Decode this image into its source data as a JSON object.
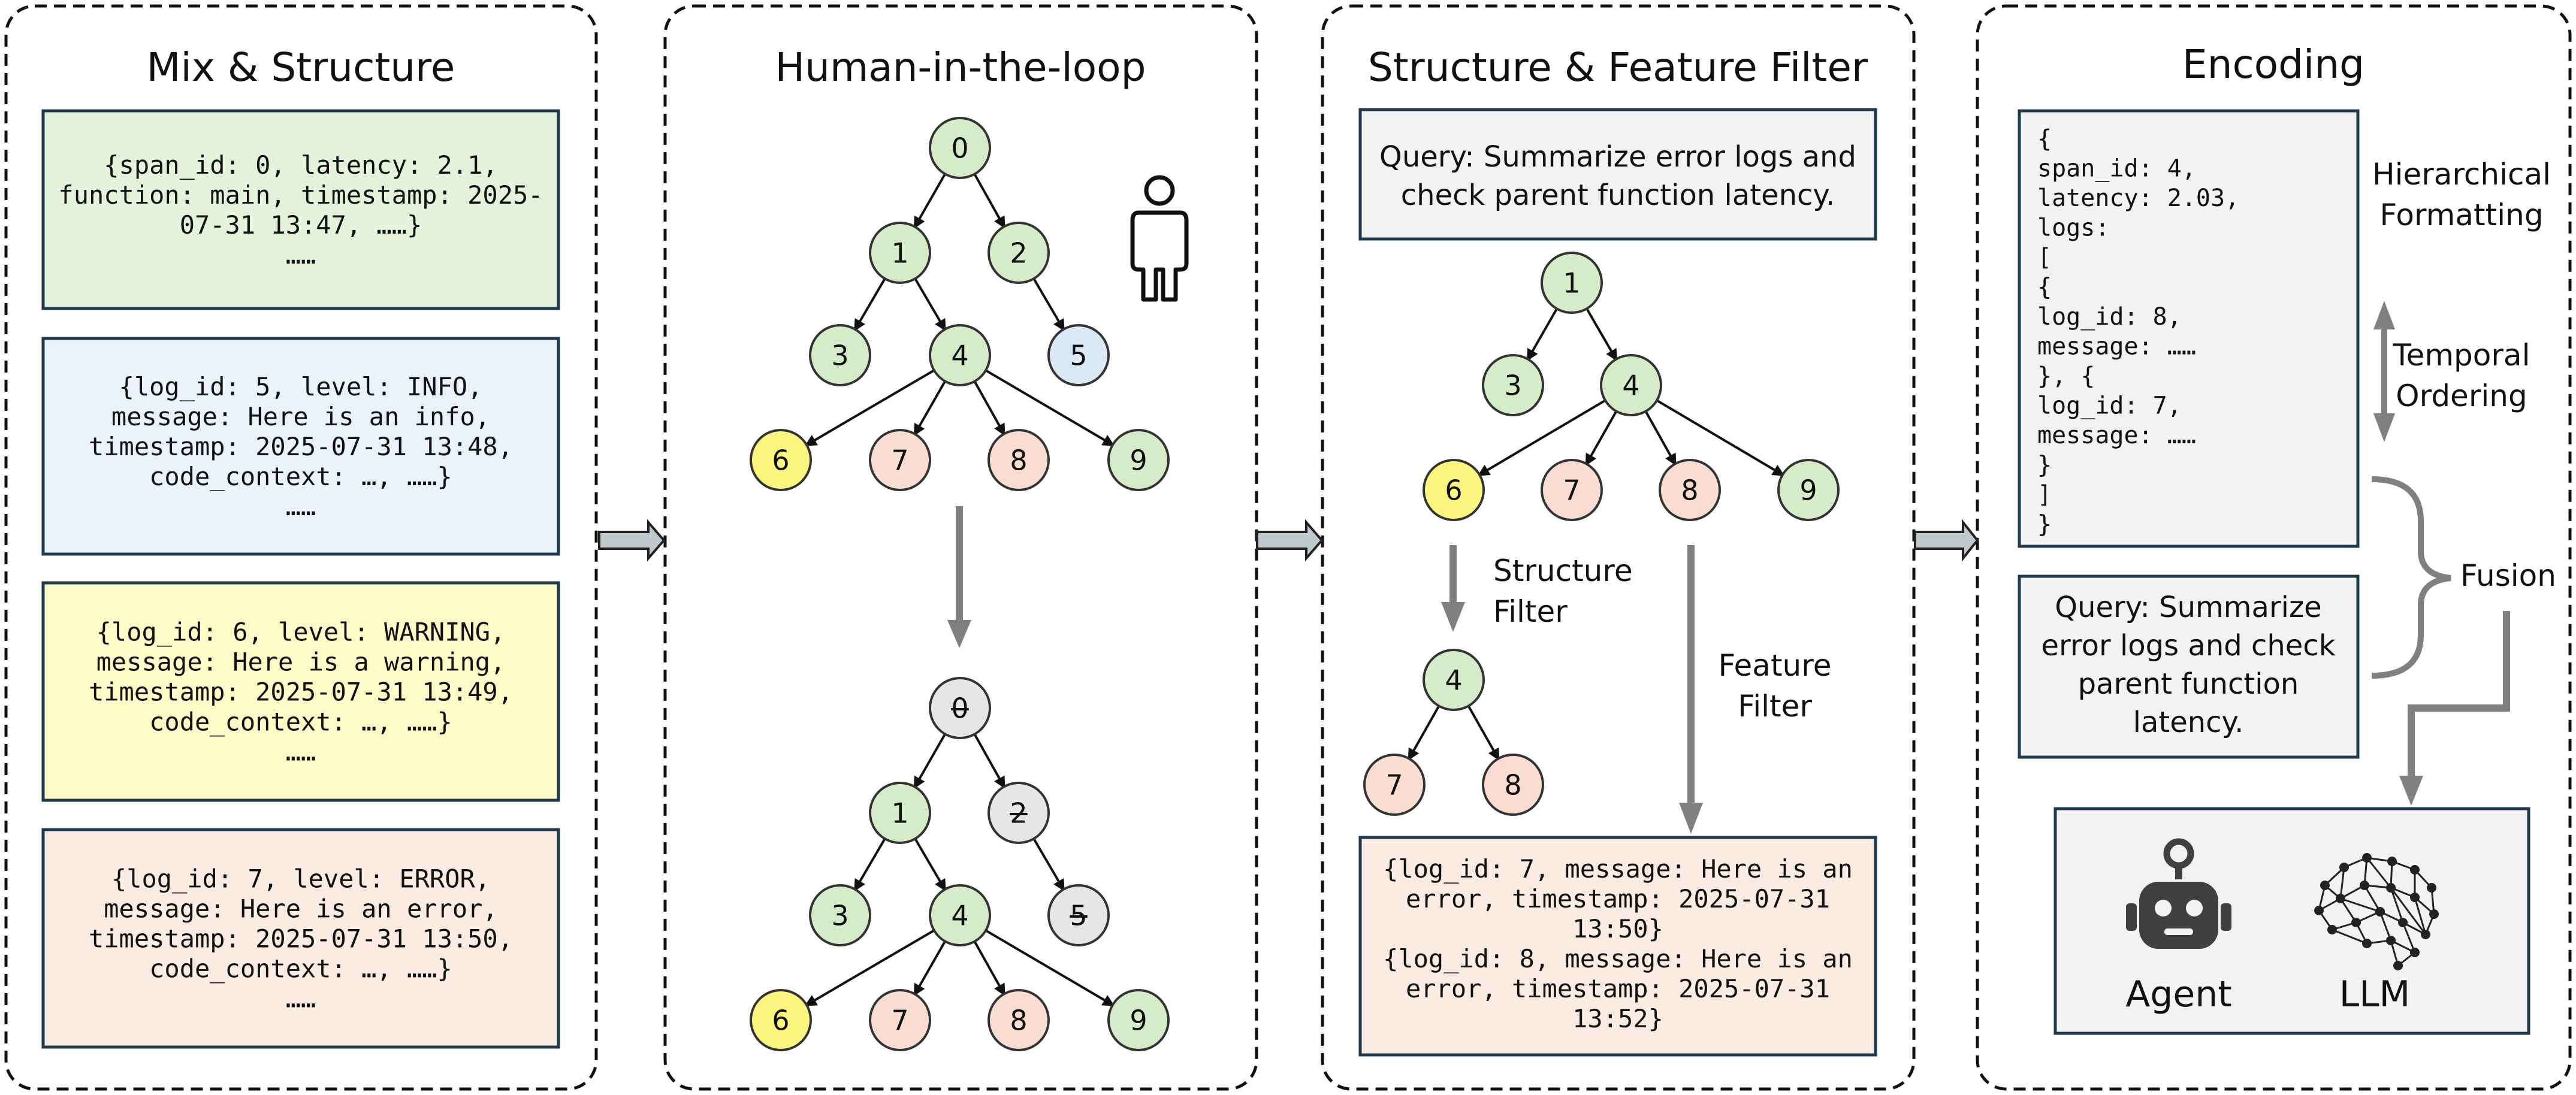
{
  "panels": {
    "mix": {
      "title": "Mix & Structure"
    },
    "hitl": {
      "title": "Human-in-the-loop"
    },
    "filter": {
      "title": "Structure & Feature Filter"
    },
    "encoding": {
      "title": "Encoding"
    }
  },
  "mix_boxes": [
    {
      "lines": [
        "{span_id: 0, latency: 2.1,",
        "function: main, timestamp: 2025-",
        "07-31 13:47, ……}",
        "……"
      ],
      "fill": "#e6f3dc"
    },
    {
      "lines": [
        "{log_id: 5, level: INFO,",
        "message: Here is an info,",
        "timestamp: 2025-07-31 13:48,",
        "code_context: …, ……}",
        "……"
      ],
      "fill": "#eaf3fb"
    },
    {
      "lines": [
        "{log_id: 6, level: WARNING,",
        "message: Here is a warning,",
        "timestamp: 2025-07-31 13:49,",
        "code_context: …, ……}",
        "……"
      ],
      "fill": "#fbfbc8"
    },
    {
      "lines": [
        "{log_id: 7, level: ERROR,",
        "message: Here is an error,",
        "timestamp: 2025-07-31 13:50,",
        "code_context: …, ……}",
        "……"
      ],
      "fill": "#fbece3"
    }
  ],
  "colors": {
    "green": "#d5ecc9",
    "blue": "#dbe9f6",
    "yellow": "#fcf67e",
    "peach": "#f8ddd0",
    "gray": "#e6e6e6",
    "box_gray": "#f2f2f2",
    "arrow_gray": "#808080"
  },
  "trees": {
    "full": {
      "nodes": [
        {
          "label": "0",
          "color": "green",
          "struck": false
        },
        {
          "label": "1",
          "color": "green",
          "struck": false
        },
        {
          "label": "2",
          "color": "green",
          "struck": false
        },
        {
          "label": "3",
          "color": "green",
          "struck": false
        },
        {
          "label": "4",
          "color": "green",
          "struck": false
        },
        {
          "label": "5",
          "color": "blue",
          "struck": false
        },
        {
          "label": "6",
          "color": "yellow",
          "struck": false
        },
        {
          "label": "7",
          "color": "peach",
          "struck": false
        },
        {
          "label": "8",
          "color": "peach",
          "struck": false
        },
        {
          "label": "9",
          "color": "green",
          "struck": false
        }
      ]
    },
    "pruned": {
      "nodes": [
        {
          "label": "0",
          "color": "gray",
          "struck": true
        },
        {
          "label": "1",
          "color": "green",
          "struck": false
        },
        {
          "label": "2",
          "color": "gray",
          "struck": true
        },
        {
          "label": "3",
          "color": "green",
          "struck": false
        },
        {
          "label": "4",
          "color": "green",
          "struck": false
        },
        {
          "label": "5",
          "color": "gray",
          "struck": true
        },
        {
          "label": "6",
          "color": "yellow",
          "struck": false
        },
        {
          "label": "7",
          "color": "peach",
          "struck": false
        },
        {
          "label": "8",
          "color": "peach",
          "struck": false
        },
        {
          "label": "9",
          "color": "green",
          "struck": false
        }
      ]
    },
    "filter_tree": {
      "nodes": [
        {
          "label": "1",
          "color": "green",
          "struck": false
        },
        {
          "label": "3",
          "color": "green",
          "struck": false
        },
        {
          "label": "4",
          "color": "green",
          "struck": false
        },
        {
          "label": "6",
          "color": "yellow",
          "struck": false
        },
        {
          "label": "7",
          "color": "peach",
          "struck": false
        },
        {
          "label": "8",
          "color": "peach",
          "struck": false
        },
        {
          "label": "9",
          "color": "green",
          "struck": false
        }
      ]
    },
    "sub_tree": {
      "nodes": [
        {
          "label": "4",
          "color": "green",
          "struck": false
        },
        {
          "label": "7",
          "color": "peach",
          "struck": false
        },
        {
          "label": "8",
          "color": "peach",
          "struck": false
        }
      ]
    }
  },
  "filter": {
    "query_lines": [
      "Query: Summarize error logs and",
      "check parent function latency."
    ],
    "structure_label_lines": [
      "Structure",
      "Filter"
    ],
    "feature_label_lines": [
      "Feature",
      "Filter"
    ],
    "result_lines": [
      "{log_id: 7, message: Here is an",
      "error, timestamp: 2025-07-31",
      "13:50}",
      "{log_id: 8, message: Here is an",
      "error, timestamp: 2025-07-31",
      "13:52}"
    ]
  },
  "encoding": {
    "json_lines": [
      "{",
      "  span_id: 4,",
      "  latency: 2.03,",
      "  logs:",
      "    [",
      "      {",
      "        log_id: 8,",
      "        message: ……",
      "      }, {",
      "        log_id: 7,",
      "        message: ……",
      "      }",
      "    ]",
      "}"
    ],
    "hier_lines": [
      "Hierarchical",
      "Formatting"
    ],
    "temporal_lines": [
      "Temporal",
      "Ordering"
    ],
    "fusion_label": "Fusion",
    "query_lines": [
      "Query: Summarize",
      "error logs and check",
      "parent function",
      "latency."
    ],
    "agent_label": "Agent",
    "llm_label": "LLM"
  }
}
